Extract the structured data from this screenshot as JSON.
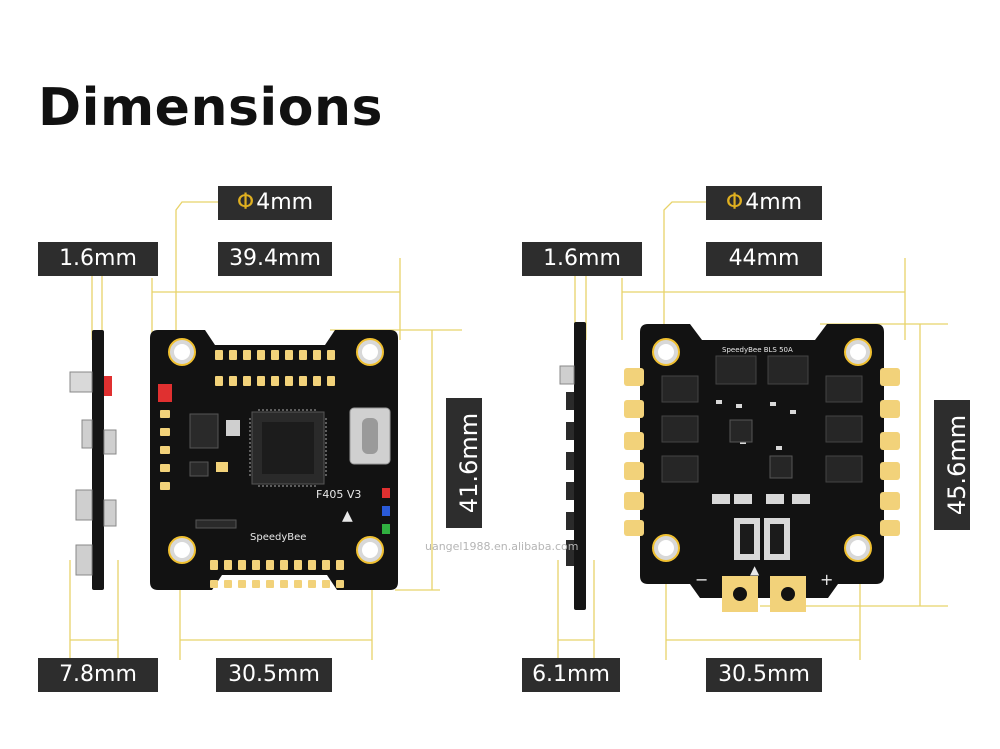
{
  "title": "Dimensions",
  "fc": {
    "hole_label": "4mm",
    "hole_symbol": "Φ",
    "thickness": "1.6mm",
    "width": "39.4mm",
    "height": "41.6mm",
    "side_depth": "7.8mm",
    "mount_spacing": "30.5mm",
    "board_model": "F405 V3",
    "board_brand": "SpeedyBee"
  },
  "esc": {
    "hole_label": "4mm",
    "hole_symbol": "Φ",
    "thickness": "1.6mm",
    "width": "44mm",
    "height": "45.6mm",
    "side_depth": "6.1mm",
    "mount_spacing": "30.5mm",
    "board_model": "SpeedyBee BLS 50A"
  },
  "watermark": "uangel1988.en.alibaba.com",
  "colors": {
    "accent_line": "#e8d36a",
    "label_bg": "#2d2d2d",
    "pad_gold": "#f2d27a",
    "pcb": "#121212"
  }
}
